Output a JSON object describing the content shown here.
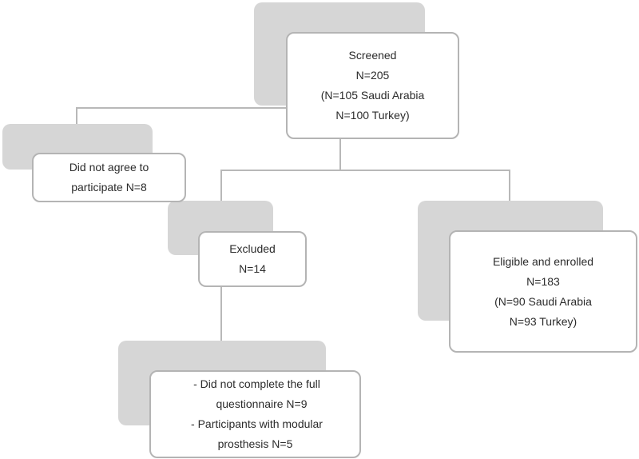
{
  "screened": {
    "lines": [
      "Screened",
      "N=205",
      "(N=105 Saudi Arabia",
      "N=100 Turkey)"
    ]
  },
  "not_agree": {
    "lines": [
      "Did not agree to",
      "participate N=8"
    ]
  },
  "excluded": {
    "lines": [
      "Excluded",
      "N=14"
    ]
  },
  "excluded_reasons": {
    "lines": [
      "- Did not complete the full",
      "questionnaire N=9",
      "- Participants with modular",
      "prosthesis N=5"
    ]
  },
  "enrolled": {
    "lines": [
      "Eligible and enrolled",
      "N=183",
      "(N=90 Saudi Arabia",
      "N=93 Turkey)"
    ]
  }
}
